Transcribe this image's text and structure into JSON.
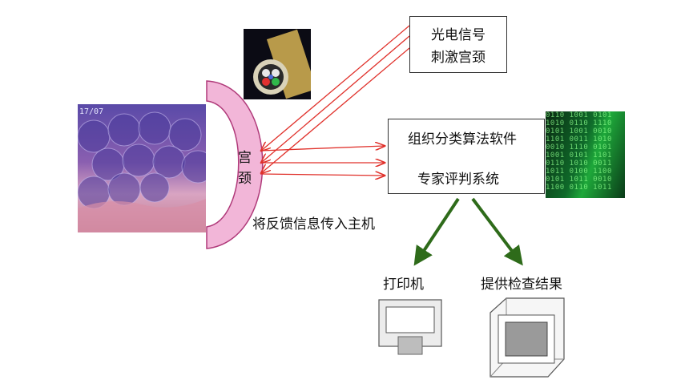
{
  "signal_box": {
    "line1": "光电信号",
    "line2": "刺激宫颈"
  },
  "software_box": {
    "line1": "组织分类算法软件",
    "line2": "专家评判系统"
  },
  "cervix_label": {
    "char1": "宫",
    "char2": "颈"
  },
  "feedback_label": "将反馈信息传入主机",
  "printer_label": "打印机",
  "monitor_label": "提供检查结果",
  "photo_overlay_text": "17/07",
  "colors": {
    "arrow_red": "#e0302a",
    "arrow_green": "#2e6b1a",
    "cervix_pink": "#f2b6d8",
    "cervix_border": "#b03a7a"
  }
}
